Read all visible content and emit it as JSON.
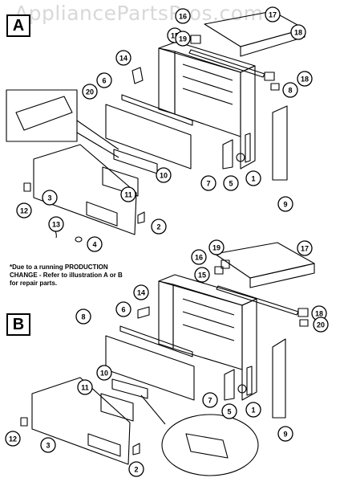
{
  "watermark": "AppliancePartsPros.com",
  "section_a": {
    "label": "A"
  },
  "section_b": {
    "label": "B"
  },
  "note": "*Due to a running PRODUCTION CHANGE - Refer to illustration A or B for repair parts.",
  "callouts_a": [
    "17",
    "16",
    "15",
    "18",
    "14",
    "19",
    "6",
    "18",
    "20",
    "8",
    "10",
    "1",
    "7",
    "5",
    "11",
    "12",
    "3",
    "9",
    "2",
    "13",
    "4"
  ],
  "callouts_b": [
    "19",
    "17",
    "16",
    "15",
    "14",
    "6",
    "18",
    "8",
    "20",
    "10",
    "11",
    "7",
    "5",
    "1",
    "12",
    "3",
    "9",
    "2"
  ],
  "colors": {
    "line": "#000000",
    "fill": "#ffffff",
    "shade": "#000000"
  }
}
